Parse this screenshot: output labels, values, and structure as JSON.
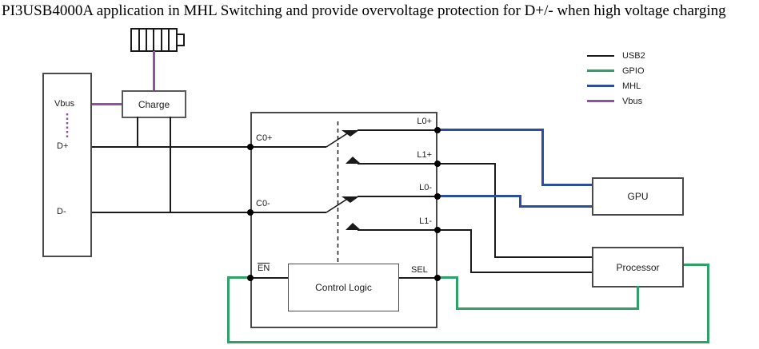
{
  "title": "PI3USB4000A application in MHL Switching and provide overvoltage protection for D+/- when high voltage charging",
  "legend": {
    "items": [
      {
        "label": "USB2",
        "color": "#1a1a1a"
      },
      {
        "label": "GPIO",
        "color": "#2ea266"
      },
      {
        "label": "MHL",
        "color": "#2b4f9e"
      },
      {
        "label": "Vbus",
        "color": "#9153a1"
      }
    ]
  },
  "blocks": {
    "usb_connector": {
      "pins": {
        "vbus": "Vbus",
        "dplus": "D+",
        "dminus": "D-"
      }
    },
    "charge": {
      "label": "Charge"
    },
    "switch": {
      "pins": {
        "c0p": "C0+",
        "c0m": "C0-",
        "l0p": "L0+",
        "l1p": "L1+",
        "l0m": "L0-",
        "l1m": "L1-",
        "en": "EN",
        "sel": "SEL"
      }
    },
    "control_logic": {
      "label": "Control Logic"
    },
    "gpu": {
      "label": "GPU"
    },
    "processor": {
      "label": "Processor"
    }
  }
}
